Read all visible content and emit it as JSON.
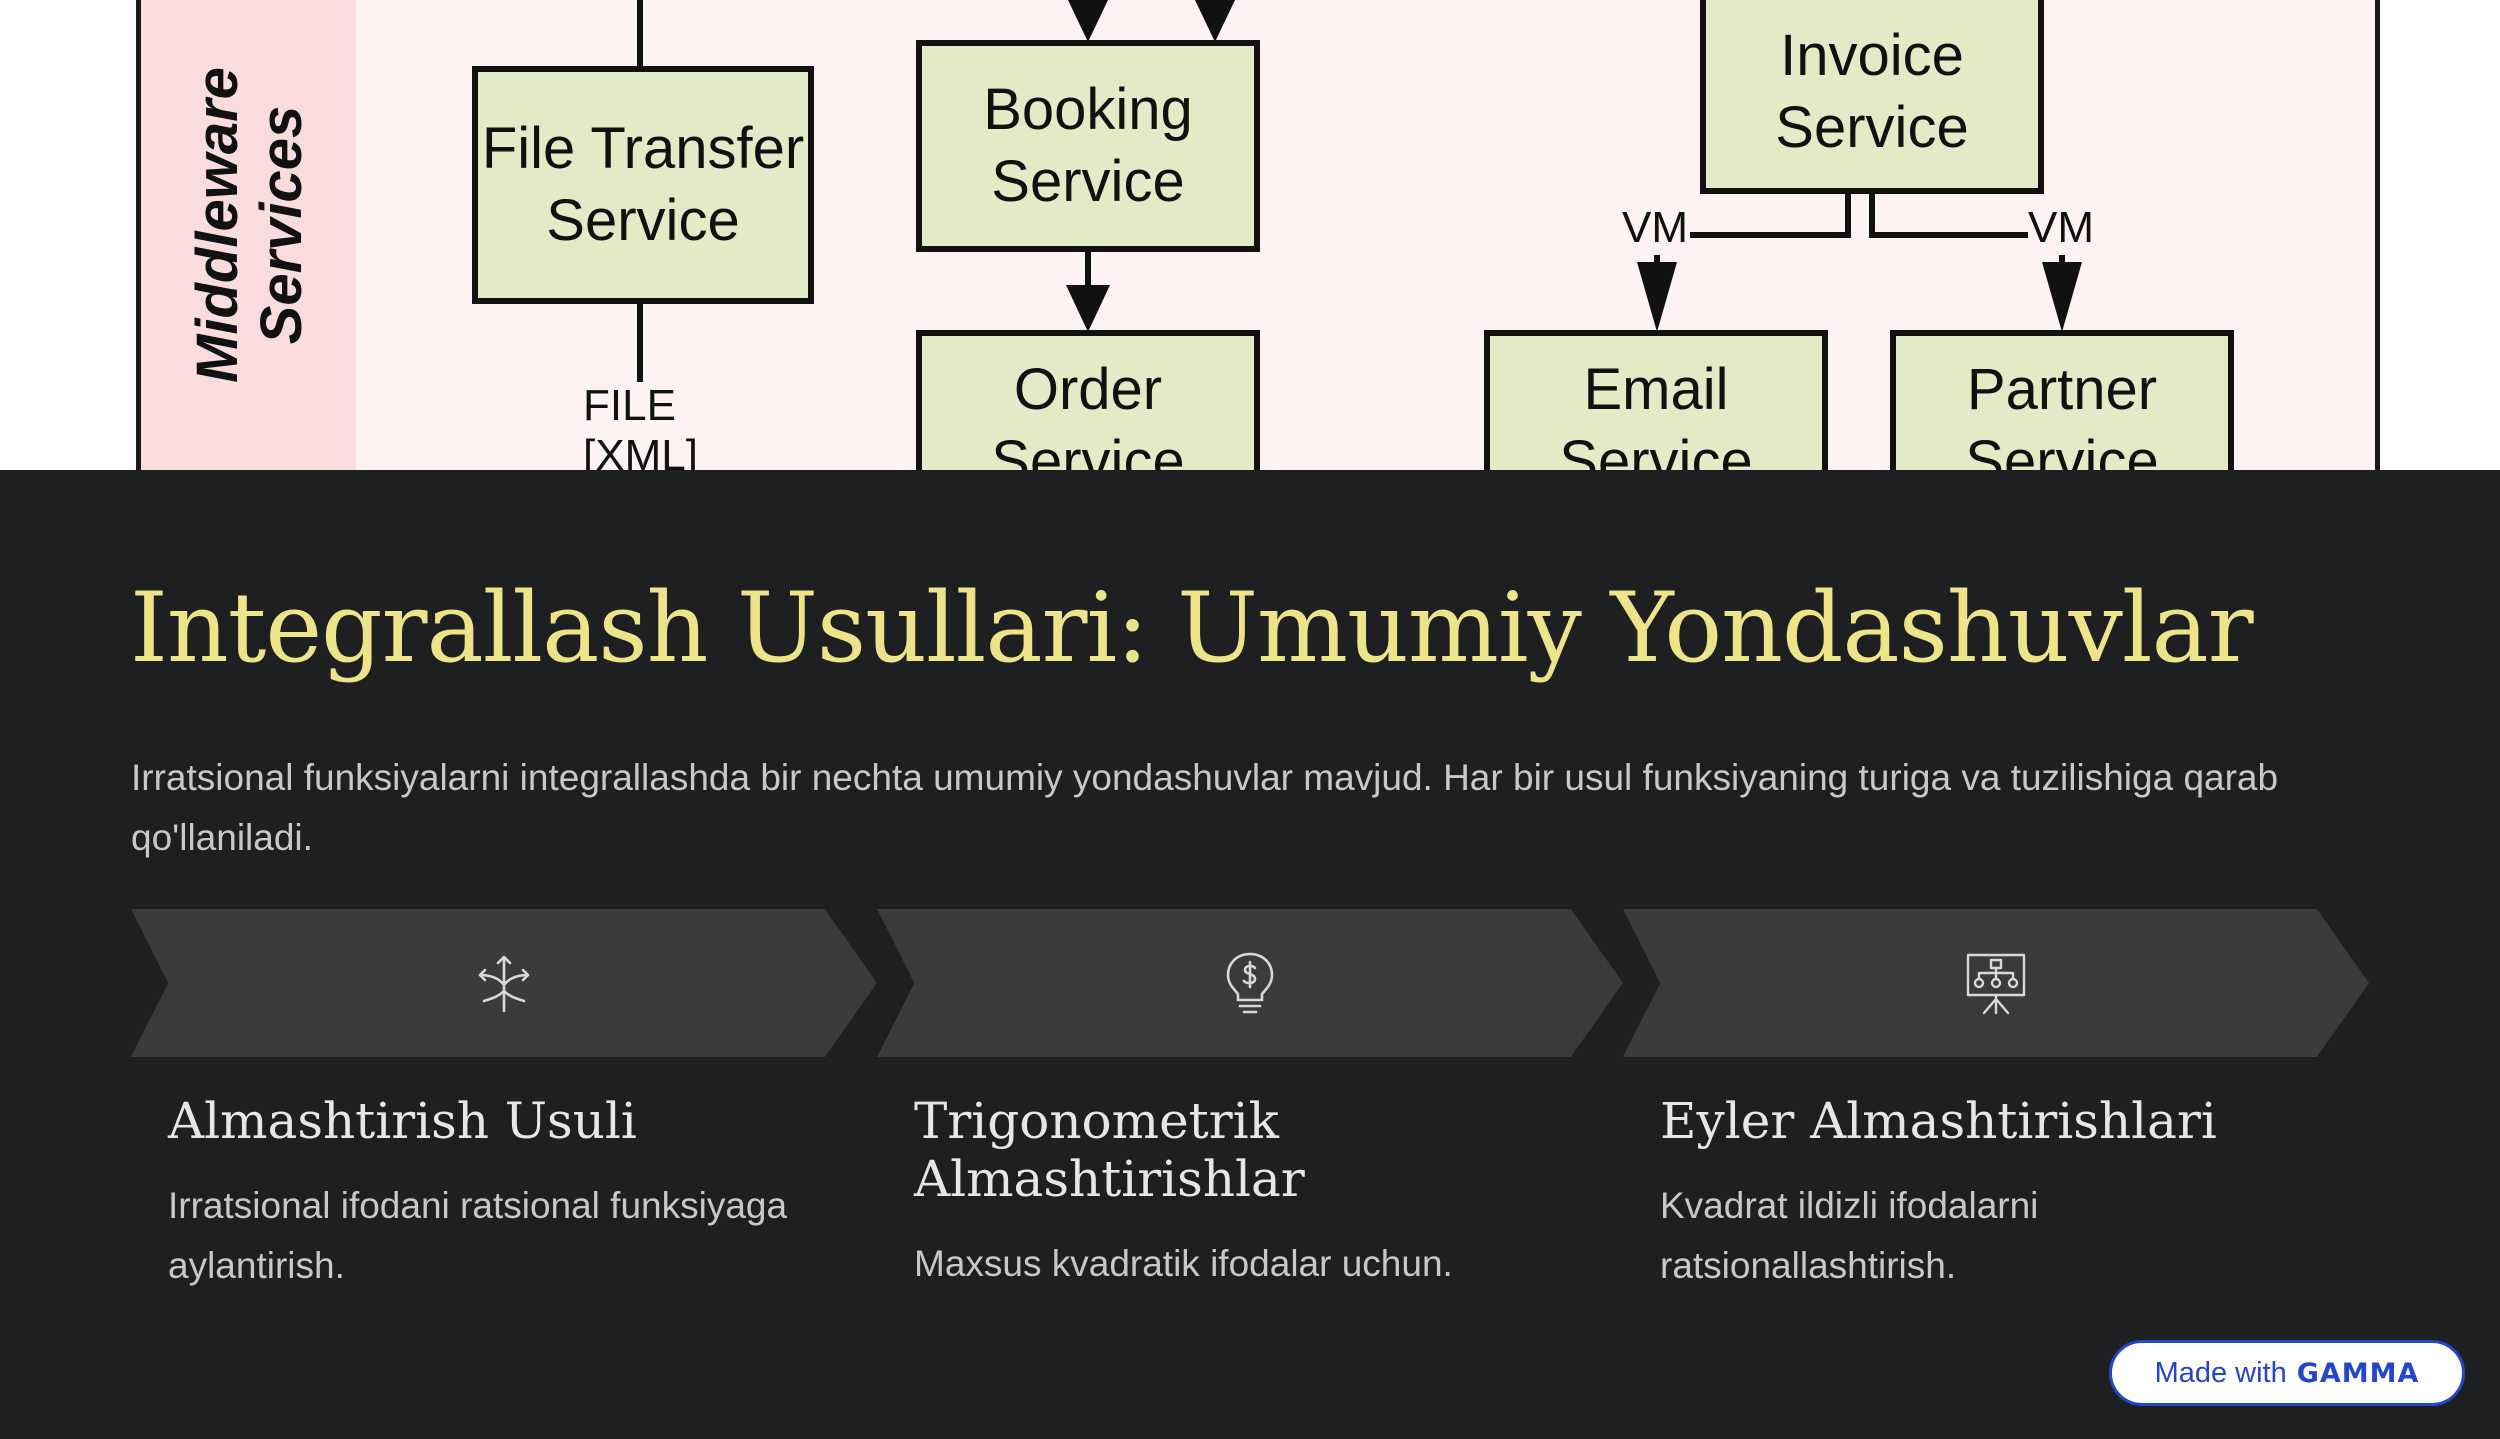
{
  "diagram": {
    "side_label_line1": "Middleware",
    "side_label_line2": "Services",
    "services": {
      "file_transfer": "File Transfer Service",
      "booking": "Booking Service",
      "invoice": "Invoice Service",
      "order": "Order Service",
      "email": "Email Service",
      "partner": "Partner Service"
    },
    "labels": {
      "file": "FILE",
      "xml": "[XML]",
      "vm_left": "VM",
      "vm_right": "VM"
    }
  },
  "slide": {
    "title": "Integrallash Usullari: Umumiy Yondashuvlar",
    "subtitle": "Irratsional funksiyalarni integrallashda bir nechta umumiy yondashuvlar mavjud. Har bir usul funksiyaning turiga va tuzilishiga qarab qo'llaniladi.",
    "steps": [
      {
        "icon": "branch-arrows-icon",
        "title": "Almashtirish Usuli",
        "text": "Irratsional ifodani ratsional funksiyaga aylantirish."
      },
      {
        "icon": "lightbulb-dollar-icon",
        "title": "Trigonometrik Almashtirishlar",
        "text": "Maxsus kvadratik ifodalar uchun."
      },
      {
        "icon": "presentation-board-icon",
        "title": "Eyler Almashtirishlari",
        "text": "Kvadrat ildizli ifodalarni ratsionallashtirish."
      }
    ]
  },
  "badge": {
    "prefix": "Made with",
    "brand": "GAMMA"
  },
  "colors": {
    "slide_bg": "#1e1f20",
    "title": "#ede48a",
    "body_text": "#c8c8c8",
    "step_bg": "#3a3b3d",
    "badge_accent": "#2446c9"
  }
}
